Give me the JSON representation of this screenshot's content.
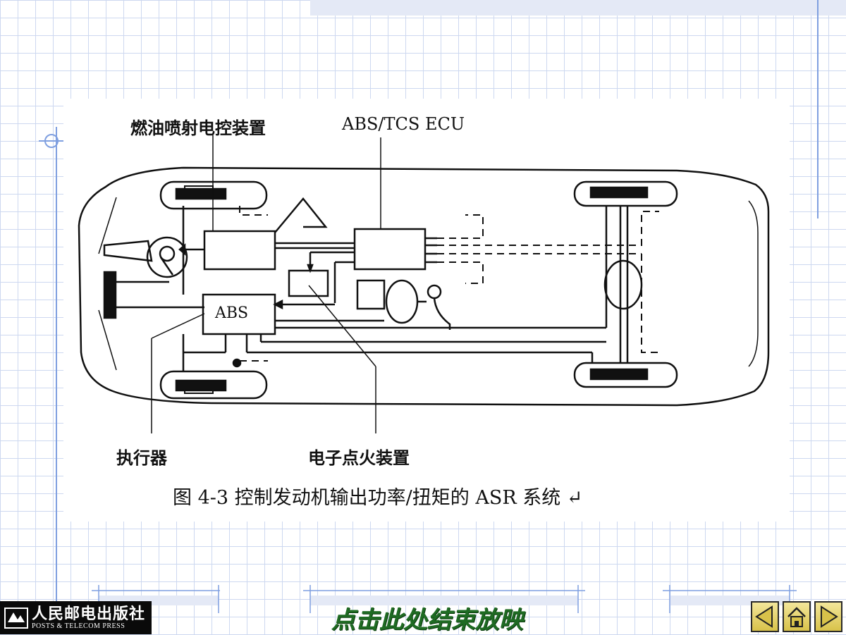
{
  "diagram": {
    "labels": {
      "fuel_injection": "燃油喷射电控装置",
      "ecu": "ABS/TCS ECU",
      "abs": "ABS",
      "actuator": "执行器",
      "ignition": "电子点火装置"
    },
    "caption": "图 4-3   控制发动机输出功率/扭矩的 ASR 系统 ↵"
  },
  "footer": {
    "publisher_cn": "人民邮电出版社",
    "publisher_en": "POSTS & TELECOM PRESS",
    "end_show": "点击此处结束放映"
  },
  "nav": {
    "prev_icon": "triangle-left-icon",
    "home_icon": "home-icon",
    "next_icon": "triangle-right-icon"
  },
  "colors": {
    "grid": "#cdd8f0",
    "accent_line": "#7f9fe0",
    "end_show": "#1f6b23",
    "nav_button": "#e3cf63"
  }
}
